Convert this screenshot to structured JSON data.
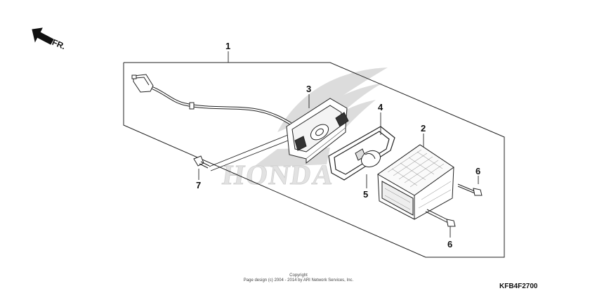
{
  "orientation": {
    "arrow_label": "FR."
  },
  "watermark": {
    "brand": "HONDA"
  },
  "callouts": {
    "c1": "1",
    "c2": "2",
    "c3": "3",
    "c4": "4",
    "c5": "5",
    "c6_top": "6",
    "c6_bottom": "6",
    "c7": "7"
  },
  "footer": {
    "copyright_line1": "Copyright",
    "copyright_line2": "Page design (c) 2004 - 2014 by ARI Network Services, Inc.",
    "diagram_code": "KFB4F2700"
  }
}
